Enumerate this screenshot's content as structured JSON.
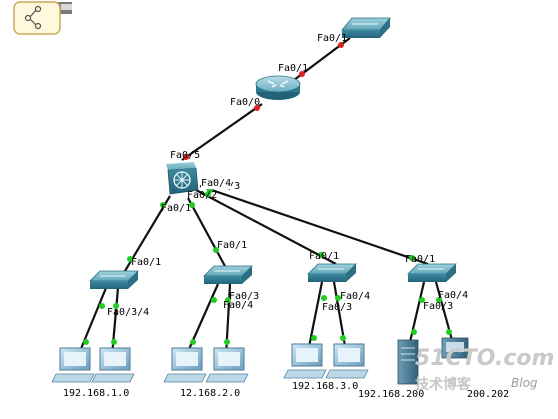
{
  "labels": {
    "top_switch_fa01": "Fa0/1",
    "router_fa01": "Fa0/1",
    "router_fa00": "Fa0/0",
    "core_fa05": "Fa0/5",
    "core_fa04": "Fa0/4",
    "core_fa02": "Fa0/2",
    "core_fa01": "Fa0/1",
    "core_fa03_hidden": "Fa0/3",
    "sw1_fa01": "Fa0/1",
    "sw1_fa034": "Fa0/3/4",
    "sw2_fa01": "Fa0/1",
    "sw2_fa03": "Fa0/3",
    "sw2_fa04": "Fa0/4",
    "sw3_fa01": "Fa0/1",
    "sw3_fa04": "Fa0/4",
    "sw3_fa03": "Fa0/3",
    "sw4_fa01": "Fa0/1",
    "sw4_fa04": "Fa0/4",
    "sw4_fa03": "Fa0/3"
  },
  "networks": {
    "net1": "192.168.1.0",
    "net2": "12.168.2.0",
    "net3": "192.168.3.0",
    "net4": "192.168.200",
    "net4b": "200.202"
  },
  "watermark": {
    "brand": "51CTO.com",
    "sub": "技术博客",
    "blog": "Blog"
  },
  "colors": {
    "link": "#111111",
    "port_up": "#22cc22",
    "port_down": "#e02020",
    "device_teal": "#3f8ea0"
  }
}
